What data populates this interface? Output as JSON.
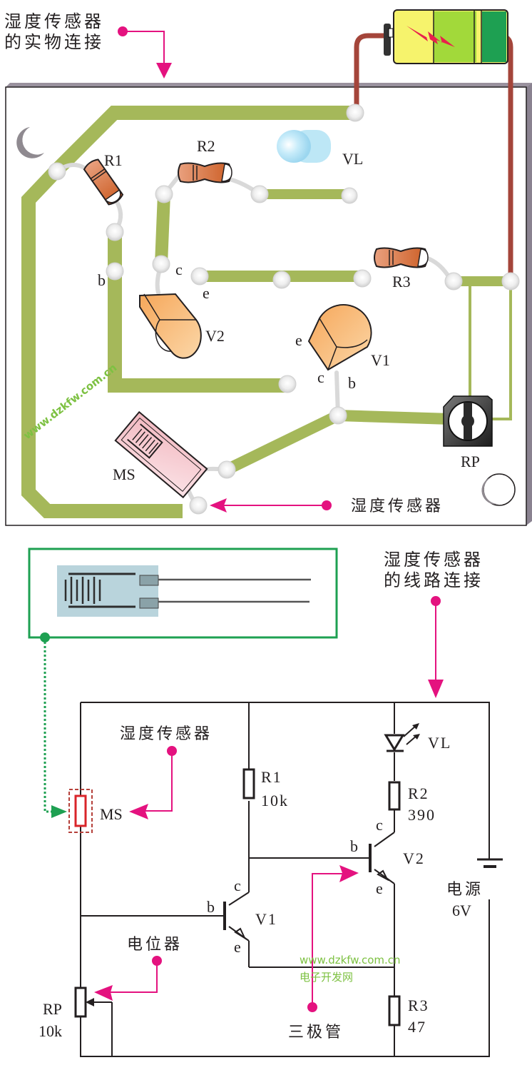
{
  "colors": {
    "trace": "#a5b85a",
    "pad": "#e6e6e6",
    "wire": "#a4453a",
    "accent_arrow": "#e4127f",
    "photo_frame": "#1ea052",
    "sensor_outline": "#d9252a",
    "transistor_body": "#f4a458",
    "resistor_body": "#d4693a",
    "board_edge": "#8a8290"
  },
  "top_section": {
    "title_line1": "湿度传感器",
    "title_line2": "的实物连接",
    "components": {
      "r1": "R1",
      "r2": "R2",
      "r3": "R3",
      "vl": "VL",
      "v1": "V1",
      "v2": "V2",
      "ms": "MS",
      "rp": "RP"
    },
    "pins": {
      "v2_b": "b",
      "v2_c": "c",
      "v2_e": "e",
      "v1_e": "e",
      "v1_c": "c",
      "v1_b": "b"
    },
    "sensor_callout": "湿度传感器",
    "watermark": "www.dzkfw.com.cn"
  },
  "bottom_section": {
    "title_line1": "湿度传感器",
    "title_line2": "的线路连接",
    "callouts": {
      "sensor": "湿度传感器",
      "potentiometer": "电位器",
      "transistor": "三极管"
    },
    "components": {
      "ms": "MS",
      "r1_name": "R1",
      "r1_value": "10k",
      "r2_name": "R2",
      "r2_value": "390",
      "r3_name": "R3",
      "r3_value": "47",
      "rp_name": "RP",
      "rp_value": "10k",
      "vl": "VL",
      "v1": "V1",
      "v2": "V2",
      "power_name": "电源",
      "power_value": "6V"
    },
    "pins": {
      "v1_b": "b",
      "v1_c": "c",
      "v1_e": "e",
      "v2_b": "b",
      "v2_c": "c",
      "v2_e": "e"
    },
    "watermark_line1": "www.dzkfw.com.cn",
    "watermark_line2": "电子开发网"
  }
}
